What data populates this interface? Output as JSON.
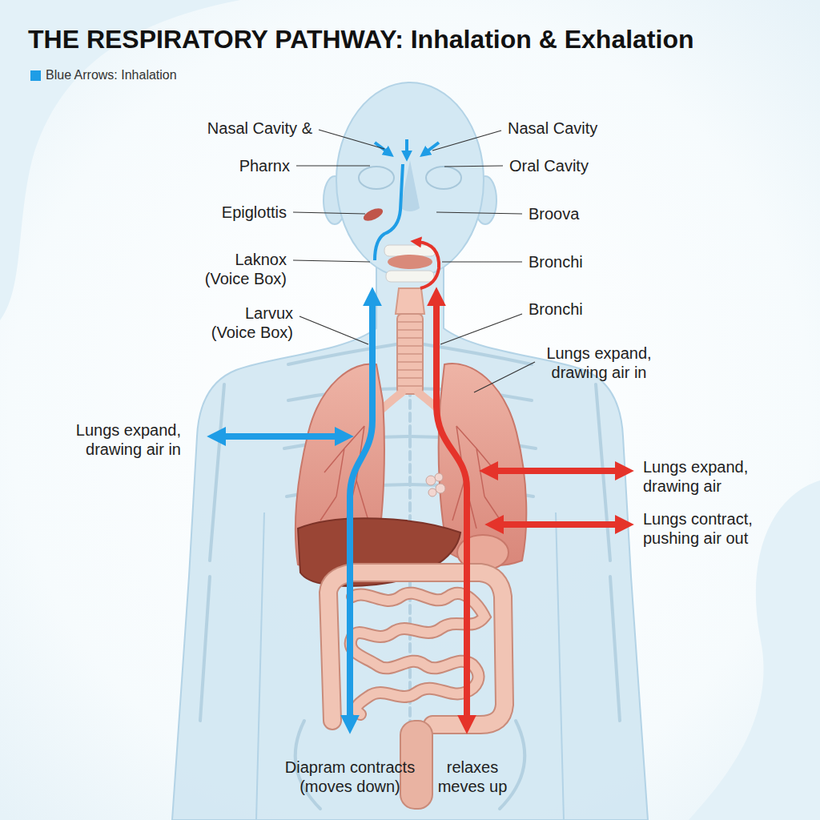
{
  "diagram": {
    "title": "THE RESPIRATORY PATHWAY: Inhalation & Exhalation",
    "labels": [
      "Nasal Cavity &",
      "Nasal Cavity",
      "Pharnx",
      "Oral Cavity",
      "Epiglottis",
      "Broova",
      "Laknox (Voice Box)",
      "Bronchi",
      "Larvux (Voice Box)",
      "Bronchi",
      "Lungs expand, drawing air in",
      "Lungs expand, drawing air in",
      "Lungs expand, drawing air",
      "Lungs contract, pushing air out",
      "Diapram contracts (moves down)",
      "relaxes meves up"
    ],
    "legend": [
      {
        "text": "Blue Arrows: Inhalation",
        "color": "#1f9de6"
      }
    ]
  }
}
